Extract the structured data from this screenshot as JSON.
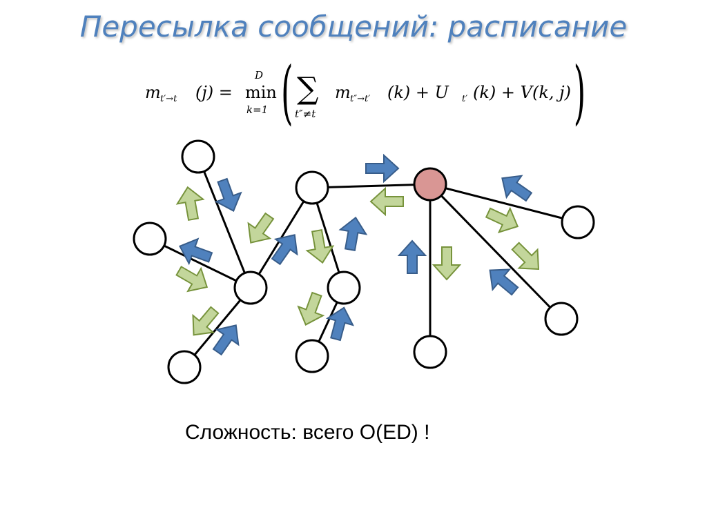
{
  "title": "Пересылка сообщений: расписание",
  "formula": {
    "lhs": "m",
    "lhs_sub": "t′→t",
    "lhs_arg": "(j) =",
    "min_label": "min",
    "min_upper": "D",
    "min_lower": "k=1",
    "sum_symbol": "∑",
    "sum_lower": "t″≠t",
    "term_m": "m",
    "term_m_sub": "t″→t′",
    "term_m_arg": "(k) + U",
    "term_u_sub": "t′",
    "term_u_arg": "(k) + V(k, j)"
  },
  "caption": "Сложность: всего O(ED) !",
  "colors": {
    "title": "#4f81bd",
    "node_fill": "#ffffff",
    "root_fill": "#d99694",
    "edge": "#000000",
    "arrow_blue_fill": "#4f81bd",
    "arrow_blue_stroke": "#385d8a",
    "arrow_green_fill": "#c3d69b",
    "arrow_green_stroke": "#77933c"
  },
  "diagram": {
    "node_ids": [
      "n_top_left",
      "n_mid_left",
      "n_hub_left",
      "n_bottom_left",
      "n_upper_mid",
      "n_lower_mid",
      "n_bottom_mid",
      "n_root",
      "n_bottom_center",
      "n_right_upper",
      "n_right_lower"
    ],
    "root_node": "n_root",
    "edges": [
      [
        "n_top_left",
        "n_hub_left"
      ],
      [
        "n_mid_left",
        "n_hub_left"
      ],
      [
        "n_bottom_left",
        "n_hub_left"
      ],
      [
        "n_hub_left",
        "n_upper_mid"
      ],
      [
        "n_upper_mid",
        "n_lower_mid"
      ],
      [
        "n_lower_mid",
        "n_bottom_mid"
      ],
      [
        "n_upper_mid",
        "n_root"
      ],
      [
        "n_root",
        "n_bottom_center"
      ],
      [
        "n_root",
        "n_right_upper"
      ],
      [
        "n_root",
        "n_right_lower"
      ]
    ],
    "arrow_colors": [
      "blue",
      "green",
      "green",
      "blue",
      "green",
      "blue",
      "blue",
      "green",
      "green",
      "blue",
      "green",
      "blue",
      "blue",
      "green",
      "blue",
      "green",
      "blue",
      "green",
      "blue",
      "green"
    ]
  }
}
